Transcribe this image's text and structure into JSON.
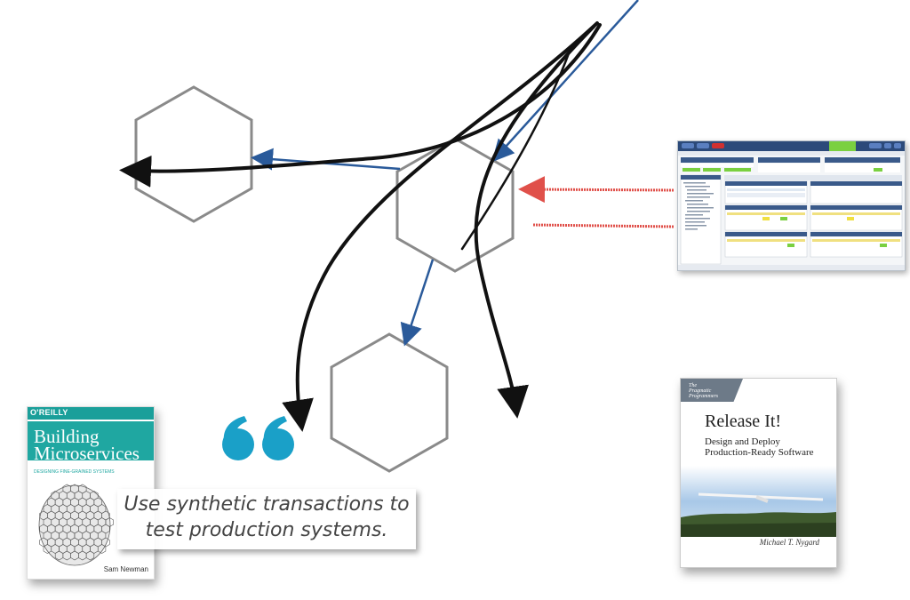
{
  "quote": {
    "text": "Use synthetic transactions to test production systems."
  },
  "books": {
    "building_microservices": {
      "publisher": "O'REILLY",
      "title_line1": "Building",
      "title_line2": "Microservices",
      "subtitle": "DESIGNING FINE-GRAINED SYSTEMS",
      "author": "Sam Newman",
      "accent_color": "#1fa7a1"
    },
    "release_it": {
      "publisher_line1": "The",
      "publisher_line2": "Pragmatic",
      "publisher_line3": "Programmers",
      "title": "Release It!",
      "subtitle_line1": "Design and Deploy",
      "subtitle_line2": "Production-Ready Software",
      "author": "Michael T. Nygard"
    }
  },
  "diagram": {
    "hexagon_color": "#8a8a8a",
    "service_arrow_color": "#2a5a9a",
    "monitor_arrow_color": "#e0504a",
    "synthetic_arrow_color": "#111111",
    "quote_mark_color": "#1aa0c8",
    "icons": [
      "double-quote-icon",
      "service-hexagon",
      "monitoring-dashboard-screenshot"
    ]
  }
}
